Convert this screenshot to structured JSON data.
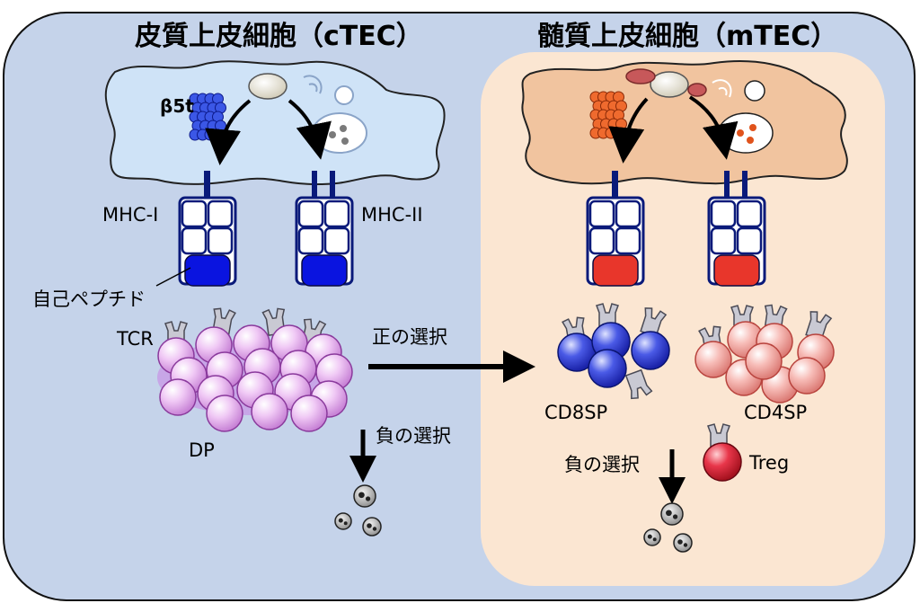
{
  "ctec": {
    "title": "皮質上皮細胞（cTEC）",
    "proteasome_label": "β5t",
    "mhc1_label": "MHC-I",
    "mhc2_label": "MHC-II",
    "peptide_label": "自己ペプチド",
    "tcr_label": "TCR",
    "dp_label": "DP",
    "positive_selection_label": "正の選択",
    "negative_selection_label": "負の選択"
  },
  "mtec": {
    "title": "髄質上皮細胞（mTEC）",
    "cd8_label": "CD8SP",
    "cd4_label": "CD4SP",
    "negative_selection_label": "負の選択",
    "treg_label": "Treg"
  },
  "colors": {
    "outer_panel": "#c5d3ea",
    "mtec_panel": "#fbe6d2",
    "ctec_cell": "#cfe3f7",
    "mtec_cell": "#f1c49f",
    "ctec_peptide": "#0a14e0",
    "mtec_peptide": "#e8362b",
    "dp_cell": "#e9b8f0",
    "cd8_cell": "#3f4fe0",
    "cd4_cell": "#f6b6b1",
    "treg_cell": "#e8364a"
  }
}
